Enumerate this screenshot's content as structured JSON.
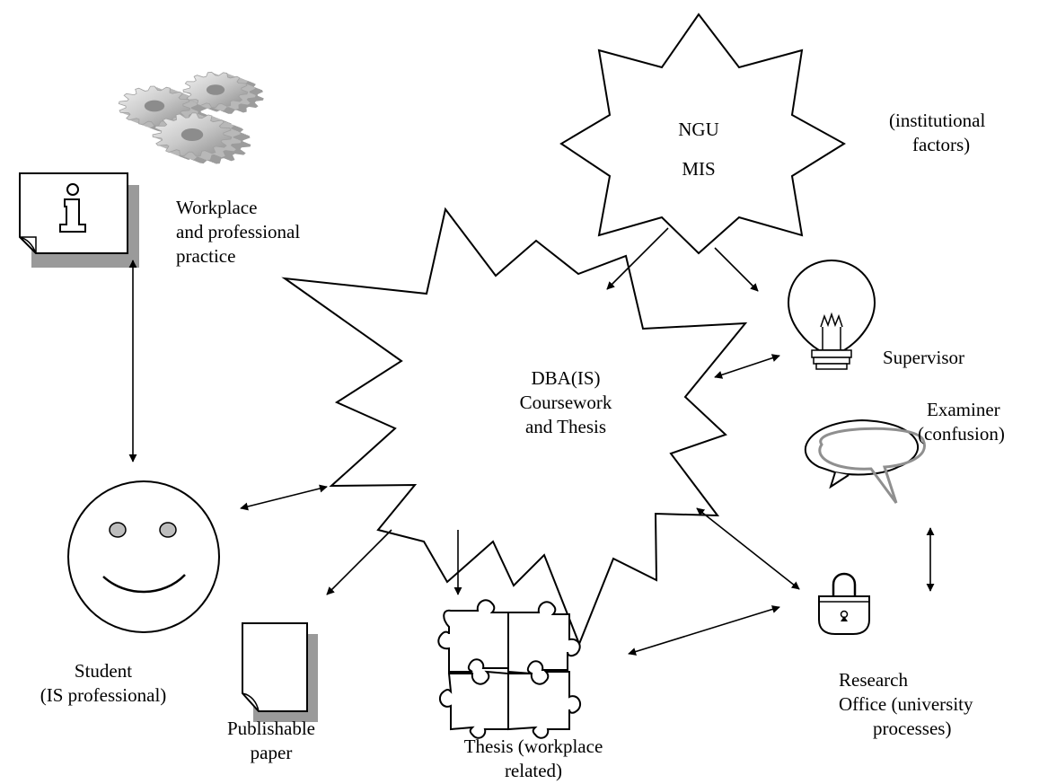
{
  "colors": {
    "stroke": "#000000",
    "background": "#ffffff",
    "gear_light": "#e6e6e6",
    "gear_mid": "#b5b5b5",
    "gear_dark": "#8c8c8c",
    "shadow": "#9a9a9a",
    "eye_fill": "#bdbdbd",
    "bubble_gray": "#8f8f8f"
  },
  "icons": {
    "gears": "gears-icon",
    "document": "info-document-icon",
    "smiley": "smiley-face-icon",
    "paper": "paper-icon",
    "puzzle": "puzzle-icon",
    "bulb": "light-bulb-icon",
    "bubble": "speech-bubble-icon",
    "lock": "padlock-icon"
  },
  "labels": {
    "institution": {
      "line1": "NGU",
      "line2": "MIS"
    },
    "institutional_factors": {
      "line1": "(institutional",
      "line2": "factors)"
    },
    "workplace": {
      "line1": "Workplace",
      "line2": "and professional",
      "line3": "practice"
    },
    "center": {
      "line1": "DBA(IS)",
      "line2": "Coursework",
      "line3": "and Thesis"
    },
    "supervisor": "Supervisor",
    "examiner": {
      "line1": "Examiner",
      "line2": "(confusion)"
    },
    "student": {
      "line1": "Student",
      "line2": "(IS professional)"
    },
    "paper": {
      "line1": "Publishable",
      "line2": "paper"
    },
    "thesis": {
      "line1": "Thesis (workplace",
      "line2": "related)"
    },
    "research_office": {
      "line1": "Research",
      "line2": "Office (university",
      "line3": "processes)"
    }
  }
}
